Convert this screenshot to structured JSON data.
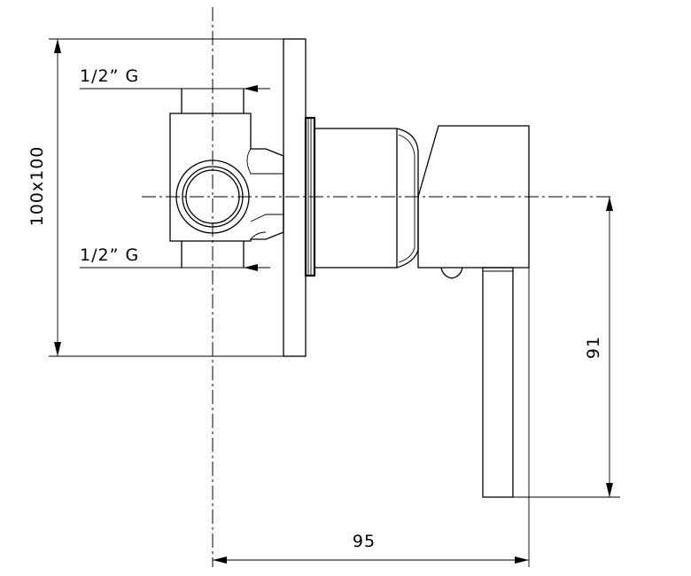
{
  "dimensions": {
    "plate": "100x100",
    "inlet_top": "1/2”  G",
    "inlet_bottom": "1/2”  G",
    "depth": "95",
    "lever_height": "91"
  }
}
